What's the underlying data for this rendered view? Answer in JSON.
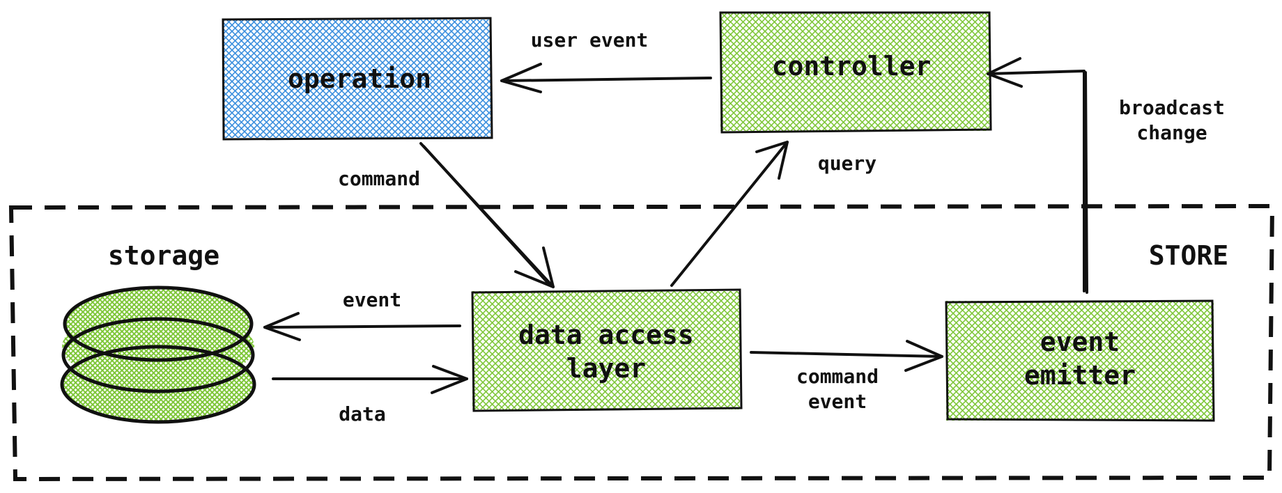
{
  "colors": {
    "operation_fill": "#3b8fde",
    "component_fill": "#7fc73a",
    "ink": "#111111",
    "background": "#ffffff"
  },
  "region": {
    "store_label": "STORE",
    "storage_label": "storage",
    "storage_icon": "database-cylinder-icon"
  },
  "nodes": {
    "operation": "operation",
    "controller": "controller",
    "data_access_line1": "data access",
    "data_access_line2": "layer",
    "event_emitter_line1": "event",
    "event_emitter_line2": "emitter"
  },
  "edges": {
    "user_event": "user event",
    "command": "command",
    "query": "query",
    "broadcast_line1": "broadcast",
    "broadcast_line2": "change",
    "event": "event",
    "data": "data",
    "command_event_line1": "command",
    "command_event_line2": "event"
  }
}
